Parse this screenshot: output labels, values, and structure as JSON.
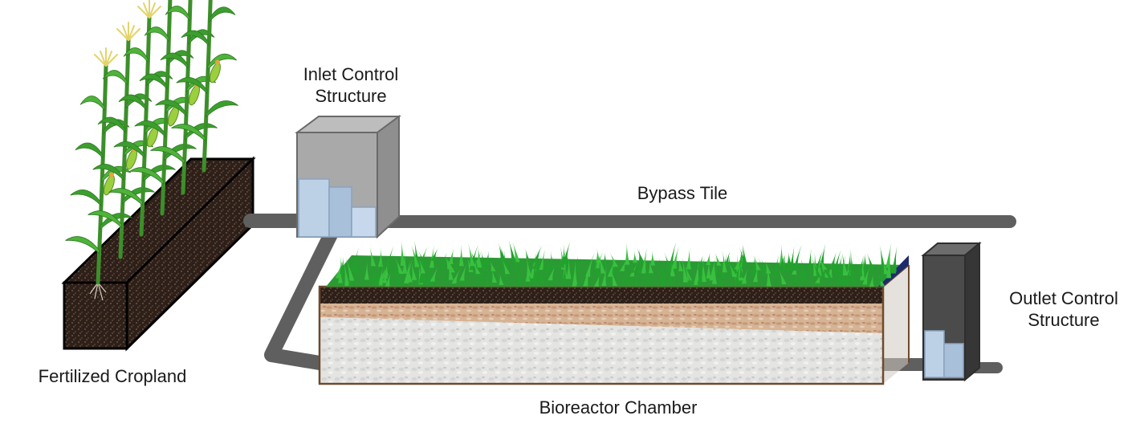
{
  "labels": {
    "inlet_line1": "Inlet Control",
    "inlet_line2": "Structure",
    "bypass": "Bypass Tile",
    "outlet_line1": "Outlet Control",
    "outlet_line2": "Structure",
    "cropland": "Fertilized Cropland",
    "bioreactor": "Bioreactor Chamber"
  },
  "colors": {
    "pipe": "#5f5f5f",
    "inlet_box": "#a6a6a6",
    "outlet_box": "#4d4d4d",
    "stoplog": "#b9cde3",
    "grass": "#2fae3a",
    "soil": "#3a2a22",
    "woodchips": "#d8b89c",
    "gravel": "#e6e6e6"
  }
}
